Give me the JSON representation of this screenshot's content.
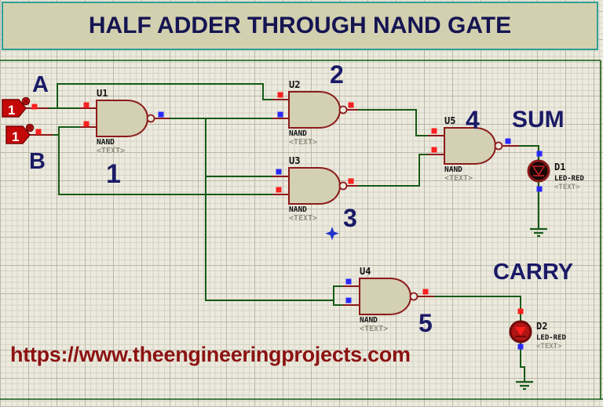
{
  "title": "HALF ADDER THROUGH NAND GATE",
  "watermark": "https://www.theengineeringprojects.com",
  "inputs": {
    "a": {
      "label": "A",
      "state": "1"
    },
    "b": {
      "label": "B",
      "state": "1"
    }
  },
  "gates": [
    {
      "ref": "U1",
      "type": "NAND",
      "placeholder": "<TEXT>",
      "annotation": "1"
    },
    {
      "ref": "U2",
      "type": "NAND",
      "placeholder": "<TEXT>",
      "annotation": "2"
    },
    {
      "ref": "U3",
      "type": "NAND",
      "placeholder": "<TEXT>",
      "annotation": "3"
    },
    {
      "ref": "U5",
      "type": "NAND",
      "placeholder": "<TEXT>",
      "annotation": "4"
    },
    {
      "ref": "U4",
      "type": "NAND",
      "placeholder": "<TEXT>",
      "annotation": "5"
    }
  ],
  "outputs": {
    "sum": {
      "label": "SUM",
      "diode": {
        "ref": "D1",
        "type": "LED-RED",
        "placeholder": "<TEXT>",
        "state": "off"
      }
    },
    "carry": {
      "label": "CARRY",
      "diode": {
        "ref": "D2",
        "type": "LED-RED",
        "placeholder": "<TEXT>",
        "state": "on"
      }
    }
  },
  "colors": {
    "wire": "#175a17",
    "pin": "#8c1a1a",
    "gate_fill": "#d3d0b4",
    "marker_red": "#fa2020",
    "marker_blue": "#2828fa",
    "navy": "#1a1a66",
    "banner_border": "#2f9e96",
    "led_on": "#b11414",
    "led_off": "#1c0808",
    "state_box": "#c40808"
  }
}
